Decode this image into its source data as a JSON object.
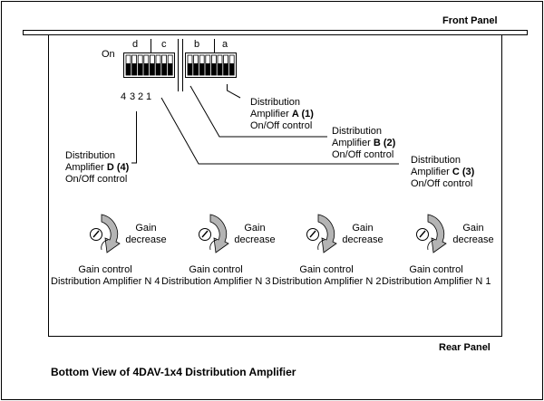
{
  "panels": {
    "front_label": "Front Panel",
    "rear_label": "Rear Panel"
  },
  "switches": {
    "on_label": "On",
    "bank_letters": [
      "d",
      "c",
      "b",
      "a"
    ],
    "position_numbers": [
      "4",
      "3",
      "2",
      "1"
    ],
    "dip_color": "#000000"
  },
  "callouts": [
    {
      "line1": "Distribution",
      "line2_prefix": "Amplifier ",
      "letter": "A",
      "number": " (1)",
      "line3": "On/Off control"
    },
    {
      "line1": "Distribution",
      "line2_prefix": "Amplifier ",
      "letter": "B",
      "number": " (2)",
      "line3": "On/Off control"
    },
    {
      "line1": "Distribution",
      "line2_prefix": "Amplifier ",
      "letter": "C",
      "number": " (3)",
      "line3": "On/Off control"
    },
    {
      "line1": "Distribution",
      "line2_prefix": "Amplifier ",
      "letter": "D",
      "number": " (4)",
      "line3": "On/Off control"
    }
  ],
  "gain_controls": [
    {
      "top_line1": "Gain",
      "top_line2": "decrease",
      "caption1": "Gain control",
      "caption2": "Distribution Amplifier N 4"
    },
    {
      "top_line1": "Gain",
      "top_line2": "decrease",
      "caption1": "Gain control",
      "caption2": "Distribution Amplifier N 3"
    },
    {
      "top_line1": "Gain",
      "top_line2": "decrease",
      "caption1": "Gain control",
      "caption2": "Distribution Amplifier N 2"
    },
    {
      "top_line1": "Gain",
      "top_line2": "decrease",
      "caption1": "Gain control",
      "caption2": "Distribution Amplifier N 1"
    }
  ],
  "arrow_fill": "#b4b4b4",
  "title": "Bottom View of 4DAV-1x4 Distribution Amplifier"
}
